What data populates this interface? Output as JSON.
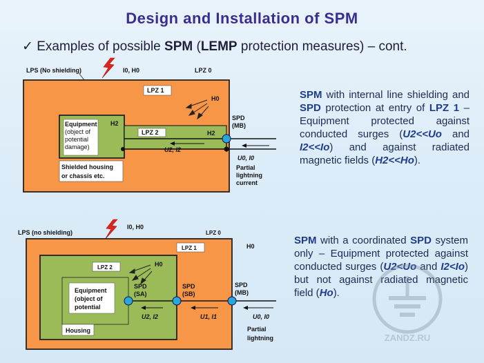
{
  "slide": {
    "title": "Design and Installation of SPM",
    "bullet": {
      "check": "✓",
      "prefix": "Examples of possible ",
      "spm": "SPM",
      "open": " (",
      "lemp": "LEMP",
      "suffix": " protection measures) – cont."
    }
  },
  "diagram1": {
    "lps": "LPS (No shielding)",
    "i0h0": "I0, H0",
    "lpz0": "LPZ 0",
    "lpz1": "LPZ 1",
    "h0": "H0",
    "equipment": [
      "Equipment",
      "(object of",
      "potential",
      "damage)"
    ],
    "h2_left": "H2",
    "lpz2": "LPZ 2",
    "h2_right": "H2",
    "spd": "SPD",
    "mb": "(MB)",
    "u2i2": "U2, I2",
    "u0i0": "U0, I0",
    "partial": [
      "Partial",
      "lightning",
      "current"
    ],
    "housing": [
      "Shielded housing",
      "or chassis etc."
    ]
  },
  "description1": {
    "spm": "SPM",
    "t1": " with internal line shielding and ",
    "spd": "SPD",
    "t2": " protection at entry of ",
    "lpz1": "LPZ 1",
    "t3": " – Equipment protected against conducted surges (",
    "u": "U2<<Uo",
    "t4": " and ",
    "i": "I2<<Io",
    "t5": ") and against radiated magnetic fields (",
    "h": "H2<<Ho",
    "t6": ")."
  },
  "diagram2": {
    "i0h0": "I0, H0",
    "lps": "LPS (no shielding)",
    "lpz0": "LPZ 0",
    "lpz1": "LPZ 1",
    "h0": "H0",
    "lpz2": "LPZ 2",
    "h0_inner": "H0",
    "equipment": [
      "Equipment",
      "(object of",
      "potential"
    ],
    "spd_sa": [
      "SPD",
      "(SA)"
    ],
    "spd_sb": [
      "SPD",
      "(SB)"
    ],
    "spd_mb": [
      "SPD",
      "(MB)"
    ],
    "u2i2": "U2, I2",
    "u1i1": "U1, I1",
    "u0i0": "U0, I0",
    "housing": "Housing",
    "partial": [
      "Partial",
      "lightning"
    ]
  },
  "description2": {
    "spm": "SPM",
    "t1": " with a coordinated ",
    "spd": "SPD",
    "t2": " system only – Equipment protected against conducted surges (",
    "u": "U2<Uo",
    "t3": " and ",
    "i": "I2<Io",
    "t4": ") but not against radiated magnetic field (",
    "h": "Ho",
    "t5": ")."
  },
  "watermark": {
    "text": "ZANDZ.RU"
  },
  "colors": {
    "title": "#3b2d8f",
    "orange": "#f79646",
    "green": "#9bbb59",
    "spd_blue": "#2aa6de",
    "lightning": "#e2231a"
  }
}
